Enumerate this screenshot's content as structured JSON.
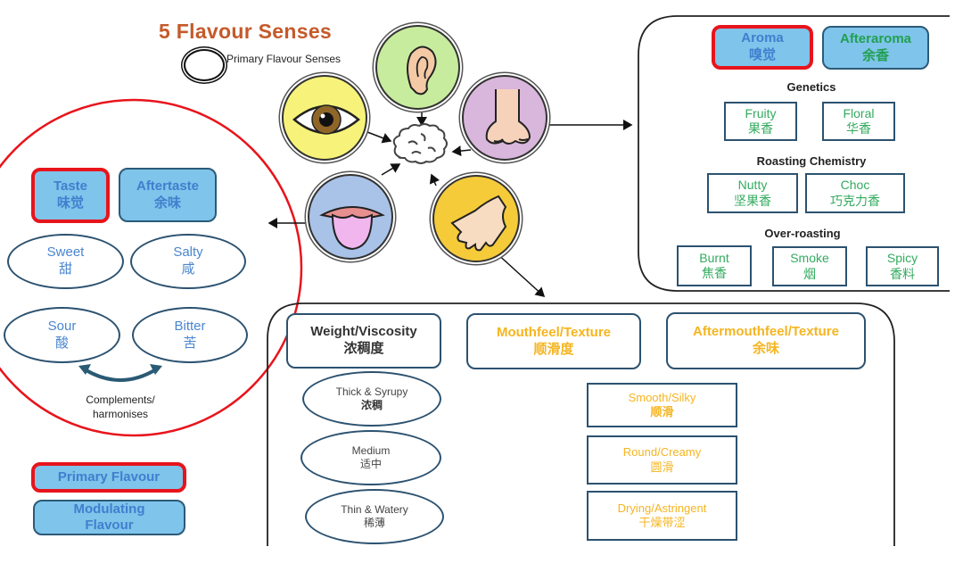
{
  "title": "5 Flavour Senses",
  "legend": {
    "label": "Primary Flavour Senses"
  },
  "senses": [
    {
      "name": "ear",
      "color": "#c8ec9e"
    },
    {
      "name": "eye",
      "color": "#f7f37a"
    },
    {
      "name": "nose",
      "color": "#d9b6db"
    },
    {
      "name": "tongue",
      "color": "#a9c2e8"
    },
    {
      "name": "hand",
      "color": "#f5cb3a"
    }
  ],
  "aroma": {
    "primary": {
      "en": "Aroma",
      "zh": "嗅觉"
    },
    "after": {
      "en": "Afteraroma",
      "zh": "余香"
    },
    "groups": [
      {
        "label": "Genetics",
        "items": [
          {
            "en": "Fruity",
            "zh": "果香"
          },
          {
            "en": "Floral",
            "zh": "华香"
          }
        ]
      },
      {
        "label": "Roasting Chemistry",
        "items": [
          {
            "en": "Nutty",
            "zh": "坚果香"
          },
          {
            "en": "Choc",
            "zh": "巧克力香"
          }
        ]
      },
      {
        "label": "Over-roasting",
        "items": [
          {
            "en": "Burnt",
            "zh": "焦香"
          },
          {
            "en": "Smoke",
            "zh": "烟"
          },
          {
            "en": "Spicy",
            "zh": "香料"
          }
        ]
      }
    ]
  },
  "taste": {
    "primary": {
      "en": "Taste",
      "zh": "味觉"
    },
    "after": {
      "en": "Aftertaste",
      "zh": "余味"
    },
    "items": [
      {
        "en": "Sweet",
        "zh": "甜"
      },
      {
        "en": "Salty",
        "zh": "咸"
      },
      {
        "en": "Sour",
        "zh": "酸"
      },
      {
        "en": "Bitter",
        "zh": "苦"
      }
    ],
    "relation": {
      "line1": "Complements/",
      "line2": "harmonises"
    }
  },
  "key": {
    "primary": "Primary Flavour",
    "modulating_line1": "Modulating",
    "modulating_line2": "Flavour"
  },
  "touch": {
    "weight": {
      "en": "Weight/Viscosity",
      "zh": "浓稠度"
    },
    "mouthfeel": {
      "en": "Mouthfeel/Texture",
      "zh": "顺滑度"
    },
    "aftermouthfeel": {
      "en": "Aftermouthfeel/Texture",
      "zh": "余味"
    },
    "viscosity": [
      {
        "en": "Thick & Syrupy",
        "zh": "浓稠"
      },
      {
        "en": "Medium",
        "zh": "适中"
      },
      {
        "en": "Thin & Watery",
        "zh": "稀薄"
      }
    ],
    "textures": [
      {
        "en": "Smooth/Silky",
        "zh": "顺滑"
      },
      {
        "en": "Round/Creamy",
        "zh": "圆滑"
      },
      {
        "en": "Drying/Astringent",
        "zh": "干燥带涩"
      }
    ]
  },
  "colors": {
    "red": "#e8141c",
    "blue_fill": "#7fc4ea",
    "green_text": "#33ab5f",
    "yellow_text": "#f5b520",
    "title": "#c55a2a"
  }
}
